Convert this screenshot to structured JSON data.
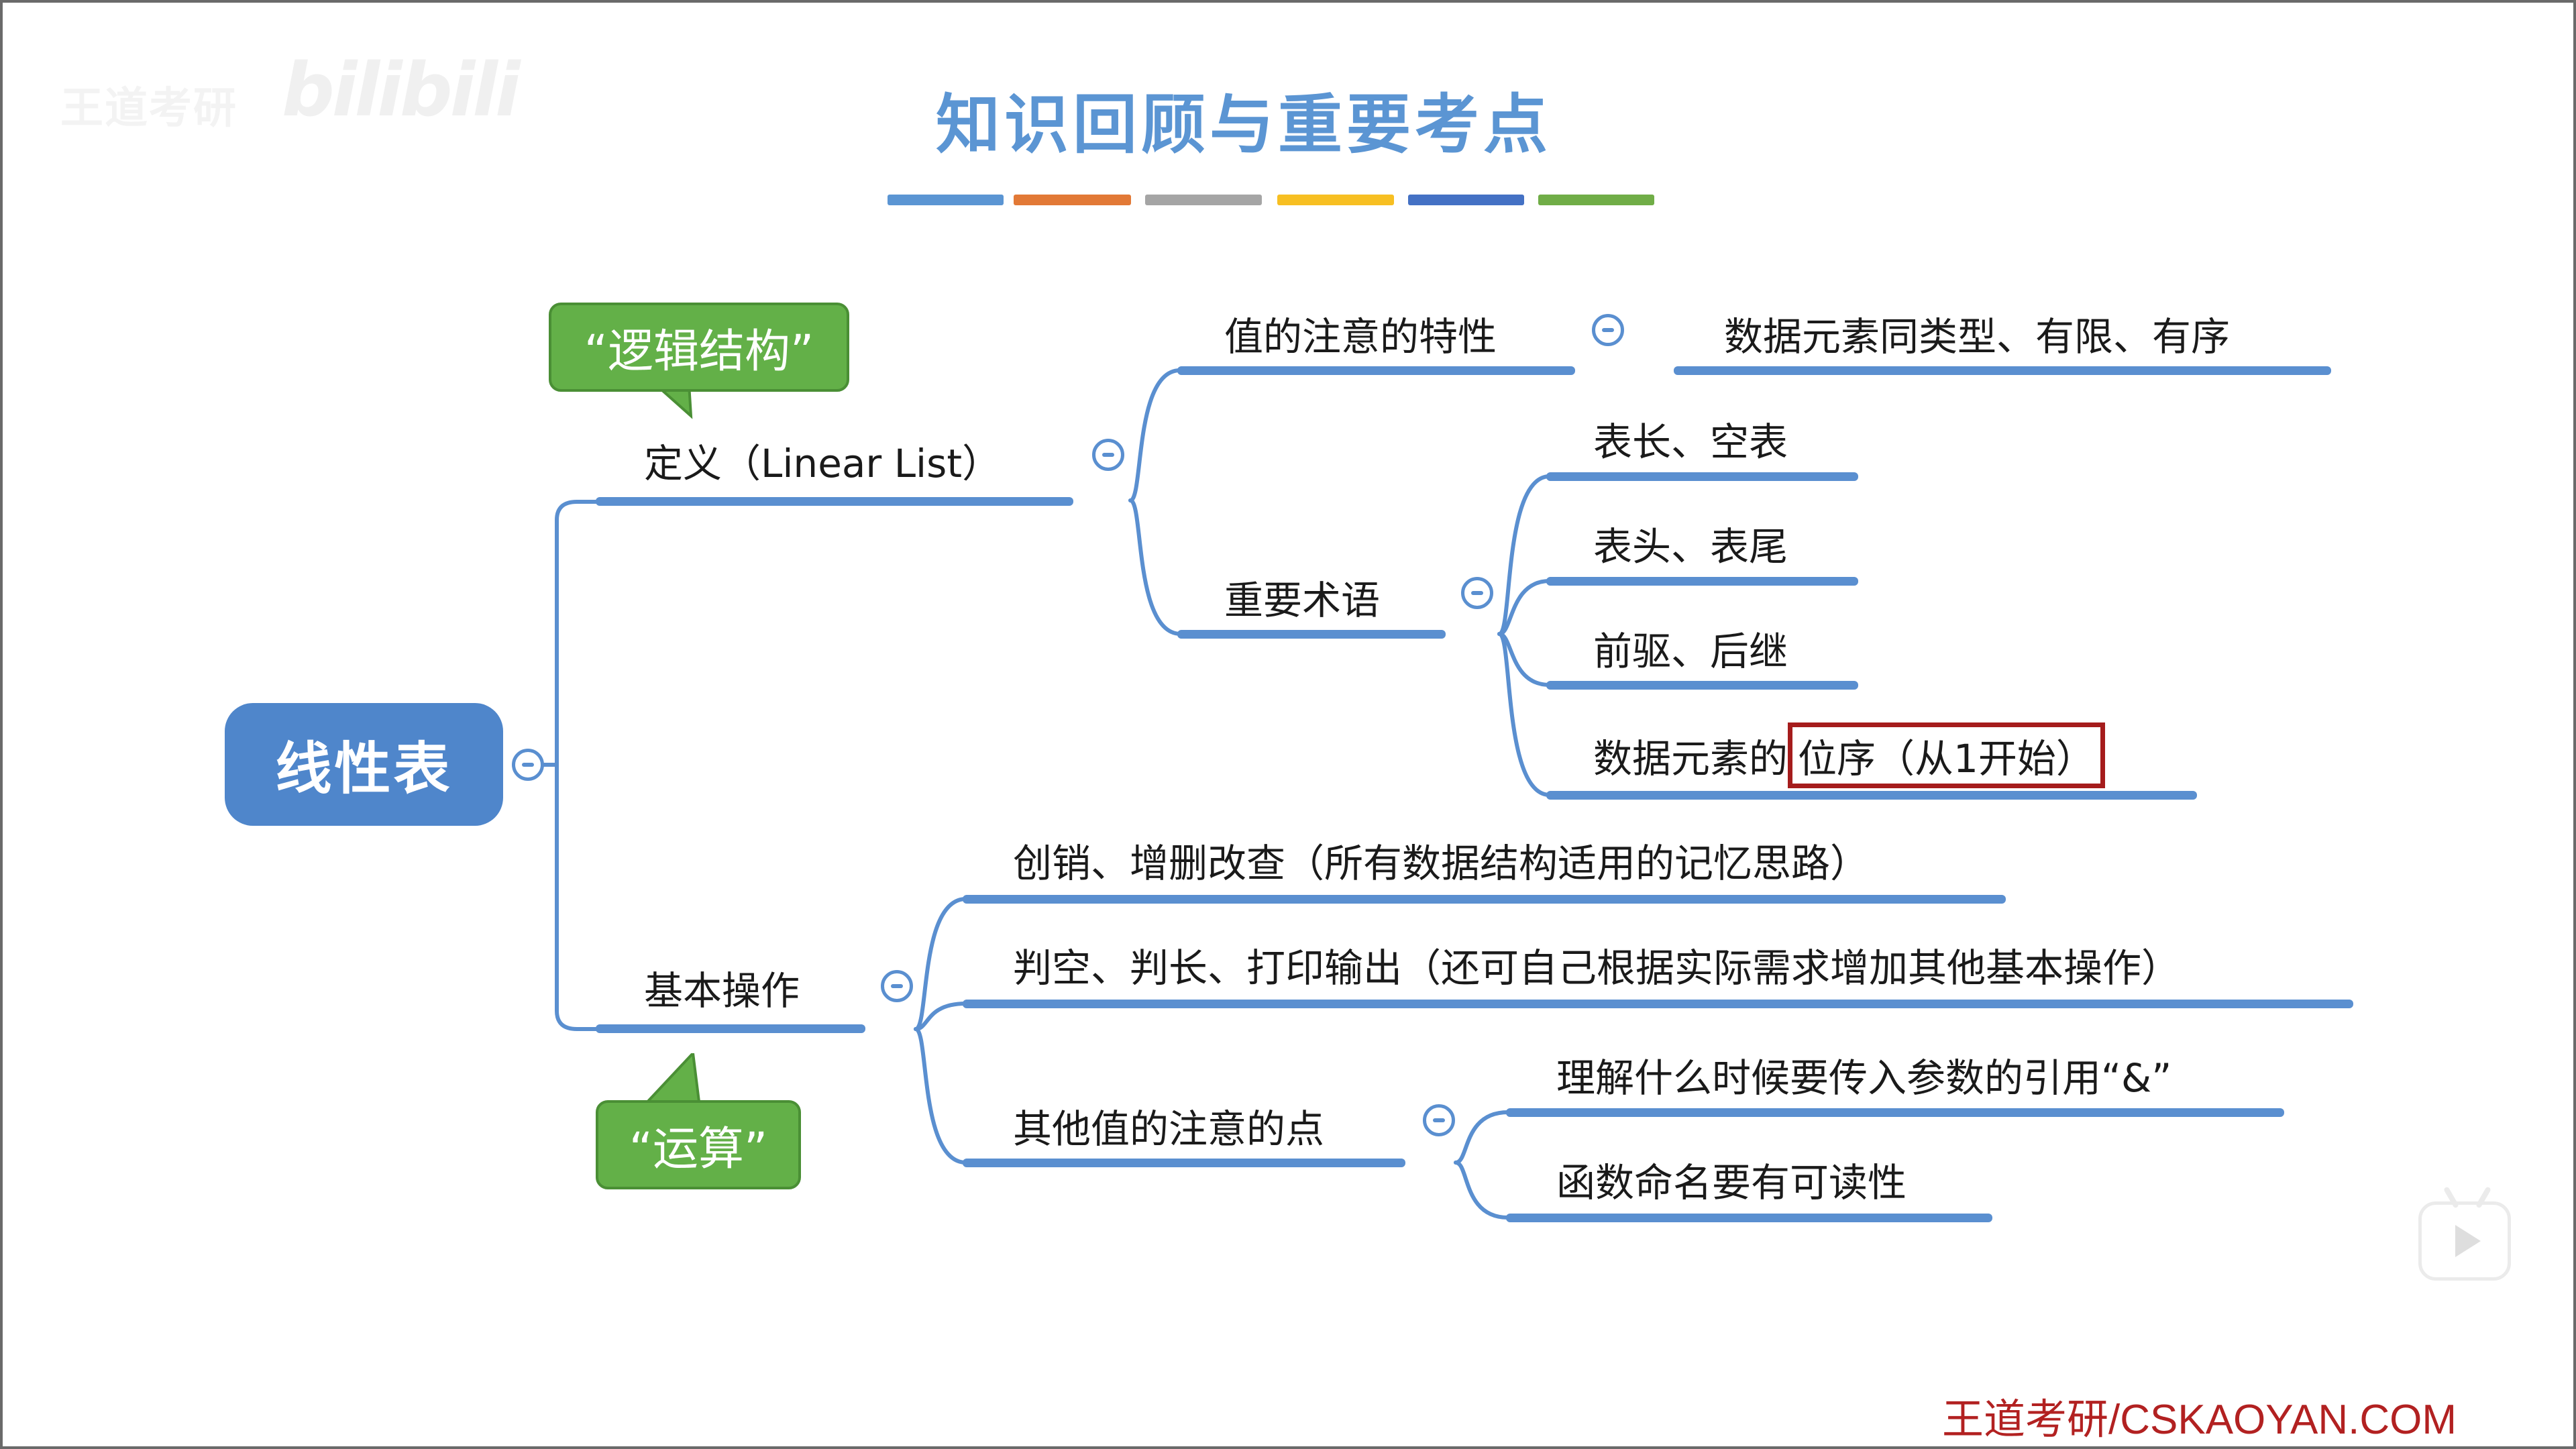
{
  "watermark": {
    "text": "王道考研",
    "logo": "bilibili"
  },
  "title": "知识回顾与重要考点",
  "title_bar_colors": [
    "#5b95d3",
    "#e27936",
    "#a5a5a5",
    "#f7bf22",
    "#4471c4",
    "#70ad47"
  ],
  "root": {
    "label": "线性表"
  },
  "callouts": {
    "logic": "“逻辑结构”",
    "operation": "“运算”"
  },
  "branches": {
    "definition": {
      "label": "定义（Linear List）",
      "features": {
        "label": "值的注意的特性",
        "child": "数据元素同类型、有限、有序"
      },
      "terms": {
        "label": "重要术语",
        "items": [
          "表长、空表",
          "表头、表尾",
          "前驱、后继"
        ],
        "order_prefix": "数据元素的",
        "order_highlight": "位序（从1开始）"
      }
    },
    "operations": {
      "label": "基本操作",
      "items": [
        "创销、增删改查（所有数据结构适用的记忆思路）",
        "判空、判长、打印输出（还可自己根据实际需求增加其他基本操作）"
      ],
      "other": {
        "label": "其他值的注意的点",
        "items": [
          "理解什么时候要传入参数的引用“&”",
          "函数命名要有可读性"
        ]
      }
    }
  },
  "footer": "王道考研/CSKAOYAN.COM",
  "colors": {
    "branch": "#5a8fd0",
    "root": "#4f86cb",
    "callout": "#63b048",
    "highlight": "#a51c1c",
    "footer": "#b22121"
  },
  "icons": {
    "toggle": "collapse-minus-icon",
    "play": "play-icon"
  }
}
